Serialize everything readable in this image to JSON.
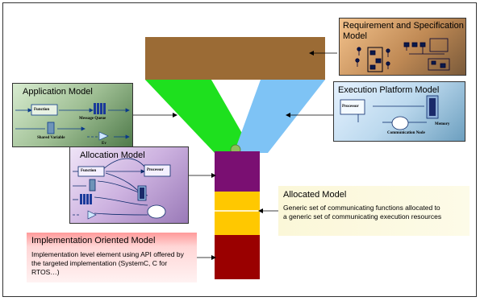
{
  "requirement_model": {
    "title_line1": "Requirement and Specification",
    "title_line2": "Model"
  },
  "application_model": {
    "title": "Application Model",
    "function_label": "Function",
    "message_queue_label": "Message Queue",
    "shared_variable_label": "Shared Variable",
    "ev_label": "Ev"
  },
  "execution_model": {
    "title": "Execution Platform Model",
    "processor_label": "Processor",
    "memory_label": "Memory",
    "comm_node_label": "Communication Node"
  },
  "allocation_model": {
    "title": "Allocation Model",
    "function_label": "Function",
    "processor_label": "Processor"
  },
  "allocated_model": {
    "title": "Allocated Model",
    "text": "Generic set of communicating functions allocated to a generic set of communicating execution resources"
  },
  "implementation_model": {
    "title": "Implementation Oriented Model",
    "text": "Implementation level element using API offered by the targeted implementation (SystemC, C for RTOS…)"
  },
  "colors": {
    "brown": "#9b6b35",
    "green": "#1ee01e",
    "blue": "#7ec3f5",
    "purple": "#7a0f72",
    "yellow": "#ffc800",
    "red": "#9a0000"
  }
}
